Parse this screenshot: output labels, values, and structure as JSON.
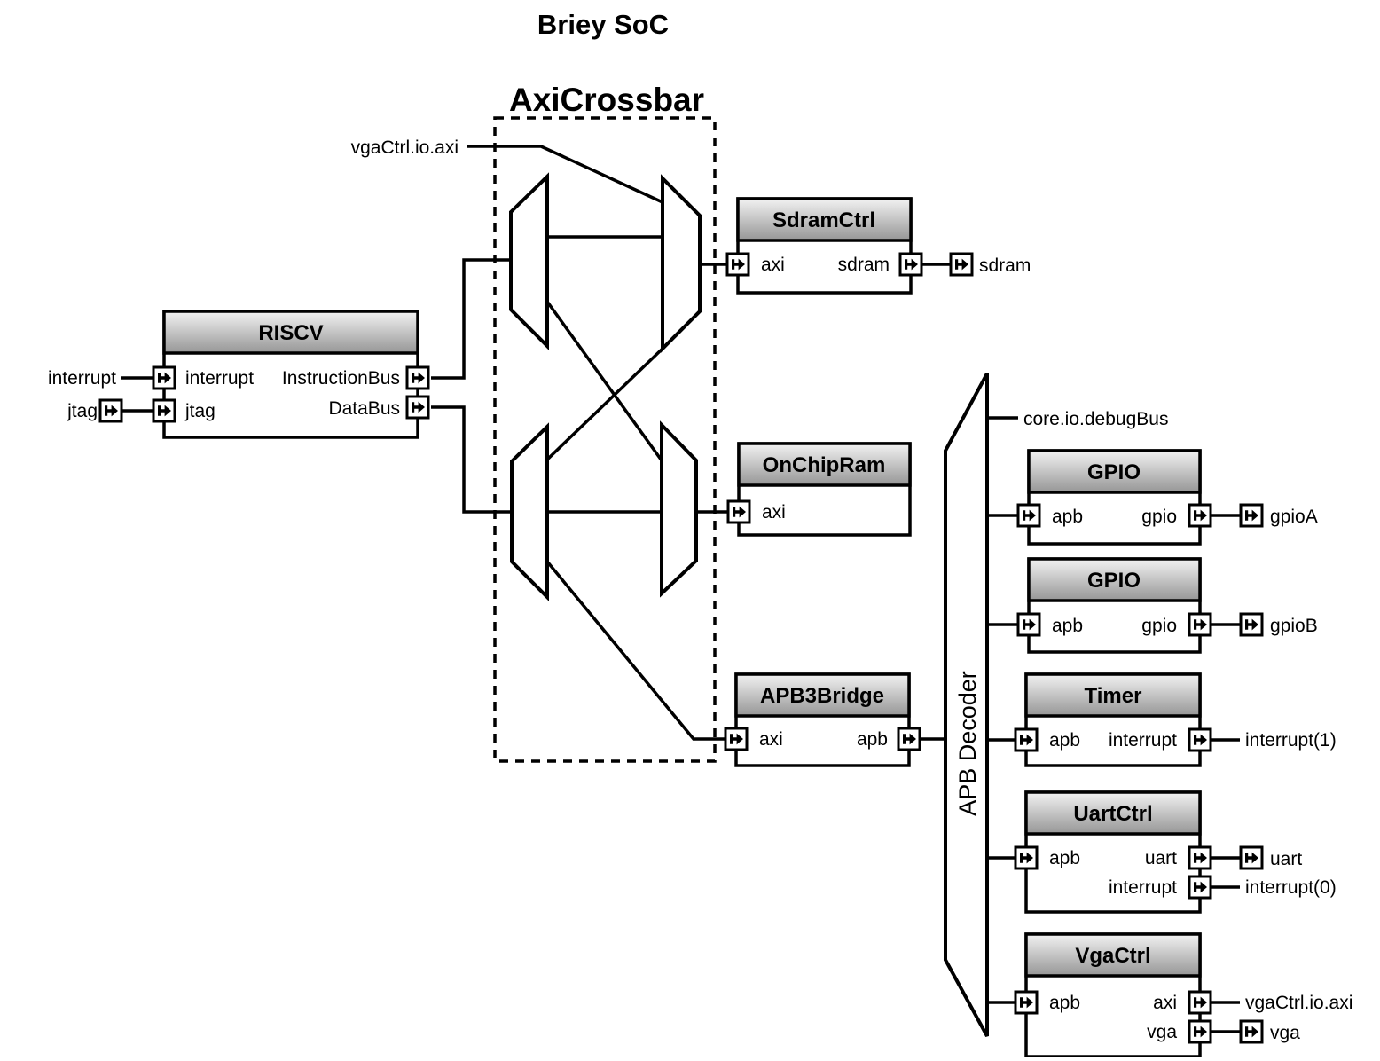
{
  "page": {
    "title": "Briey SoC"
  },
  "crossbar": {
    "title": "AxiCrossbar"
  },
  "decoder": {
    "title": "APB Decoder"
  },
  "labels": {
    "vga_axi_top": "vgaCtrl.io.axi",
    "debug_bus": "core.io.debugBus",
    "cpu_interrupt": "interrupt",
    "cpu_jtag": "jtag",
    "sdram_out": "sdram",
    "gpio_a": "gpioA",
    "gpio_b": "gpioB",
    "timer_interrupt": "interrupt(1)",
    "uart_out": "uart",
    "uart_interrupt": "interrupt(0)",
    "vga_axi": "vgaCtrl.io.axi",
    "vga_out": "vga"
  },
  "blocks": {
    "riscv": {
      "title": "RISCV",
      "ports": {
        "interrupt": "interrupt",
        "jtag": "jtag",
        "instruction_bus": "InstructionBus",
        "data_bus": "DataBus"
      }
    },
    "sdram_ctrl": {
      "title": "SdramCtrl",
      "ports": {
        "axi": "axi",
        "sdram": "sdram"
      }
    },
    "on_chip_ram": {
      "title": "OnChipRam",
      "ports": {
        "axi": "axi"
      }
    },
    "apb3_bridge": {
      "title": "APB3Bridge",
      "ports": {
        "axi": "axi",
        "apb": "apb"
      }
    },
    "gpio_a": {
      "title": "GPIO",
      "ports": {
        "apb": "apb",
        "gpio": "gpio"
      }
    },
    "gpio_b": {
      "title": "GPIO",
      "ports": {
        "apb": "apb",
        "gpio": "gpio"
      }
    },
    "timer": {
      "title": "Timer",
      "ports": {
        "apb": "apb",
        "interrupt": "interrupt"
      }
    },
    "uart_ctrl": {
      "title": "UartCtrl",
      "ports": {
        "apb": "apb",
        "uart": "uart",
        "interrupt": "interrupt"
      }
    },
    "vga_ctrl": {
      "title": "VgaCtrl",
      "ports": {
        "apb": "apb",
        "axi": "axi",
        "vga": "vga"
      }
    }
  },
  "colors": {
    "header_top": "#f2f2f2",
    "header_bottom": "#969696",
    "line": "#000000",
    "background": "#ffffff"
  }
}
